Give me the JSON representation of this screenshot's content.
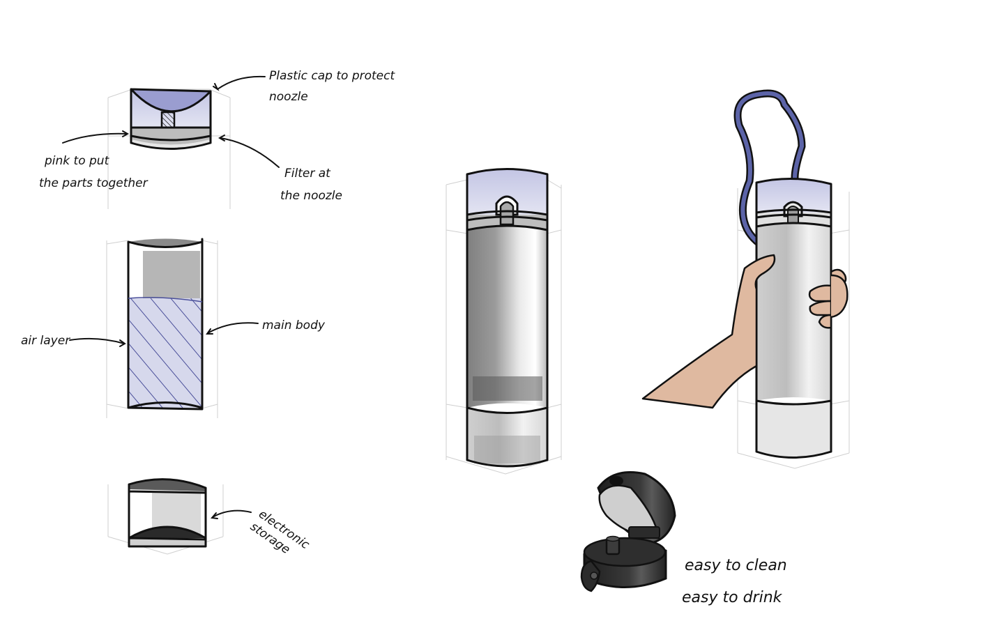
{
  "title": "Water bottle concept sketch",
  "colors": {
    "ink": "#111111",
    "cap_tint": "#c9cbe6",
    "cap_tint_dark": "#8e92c8",
    "strap": "#5c64a8",
    "body_grey": "#9a9a9a",
    "body_light": "#e4e4e4",
    "skin": "#dfb9a0",
    "lid_dark": "#2b2b2b",
    "lid_inner": "#cfcfcf",
    "hatch": "#4a4f9a"
  },
  "exploded_view": {
    "cap": {
      "annotations": [
        {
          "id": "cap",
          "text_lines": [
            "Plastic cap to protect",
            "noozle"
          ]
        },
        {
          "id": "joint",
          "text_lines": [
            "pink to put",
            "the parts together"
          ]
        },
        {
          "id": "filter",
          "text_lines": [
            "Filter at",
            "the noozle"
          ]
        }
      ]
    },
    "body": {
      "annotations": [
        {
          "id": "air-layer",
          "text_lines": [
            "air layer"
          ]
        },
        {
          "id": "main-body",
          "text_lines": [
            "main body"
          ]
        }
      ]
    },
    "base": {
      "annotations": [
        {
          "id": "electronic-storage",
          "text_lines": [
            "electronic",
            "storage"
          ]
        }
      ]
    }
  },
  "lid_detail": {
    "notes": [
      "easy to clean",
      "easy to drink"
    ]
  }
}
